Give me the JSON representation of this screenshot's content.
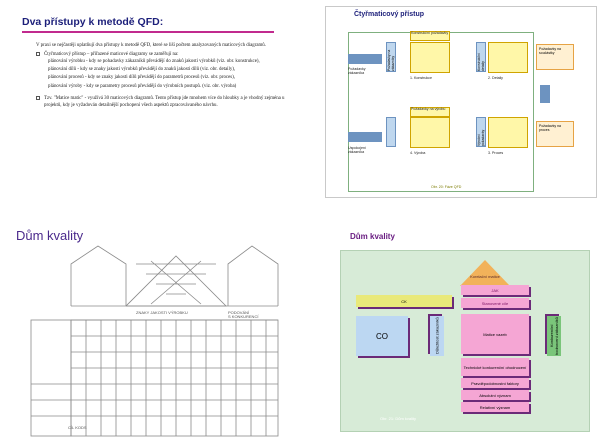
{
  "slide1": {
    "title": "Dva přístupy k metodě QFD:",
    "intro": "V praxi se nejčastěji uplatňují dva přístupy k metodě QFD, které se liší počtem analyzovaných maticových diagramů.",
    "b1": "Čtyřmaticový přístup – přiřazené maticové diagramy se zaměřují na:",
    "s1": "plánování výrobku - kdy se pohadavky zákazníků převádějí do znaků jakosti výrobků (viz. obr. konstrukce),",
    "s2": "plánování dílů - kdy se znaky jakosti výrobků převádějí do znaků jakosti dílů (viz. obr. detaily),",
    "s3": "plánování procesů - kdy se znaky jakosti dílů převádějí do parametrů procesů (viz. obr. proces),",
    "s4": "plánování výroby - kdy se parametry procesů převádějí do výrobních postupů. (viz. obr. výroba)",
    "b2": "Tzv. \"Matice matic\" - využívá 30 maticových diagramů. Tento přístup jde mnohem více do hloubky a je vhodný zejména u projektů, kdy je vyžadován detailnější pochopení všech aspektů zpracovávaného návrhu."
  },
  "slide2": {
    "title": "Čtyřmaticový přístup",
    "l1": "Konstrukční požadavky",
    "l2": "1. Konstrukce",
    "l3": "Požadavky na zákazníky",
    "l4": "Požadavky na součástky",
    "l5": "Konstrukční detaily",
    "l6": "2. Detaily",
    "l7": "Výrobní požadavky",
    "l8": "Požadavky na proces",
    "l9": "3. Proces",
    "l10": "Požadavky na výrobu",
    "l11": "4. Výroba",
    "l12": "Uspokojení zákazníka",
    "src": "Obr. 20: Fáze QFD"
  },
  "slide3": {
    "title": "Dům kvality"
  },
  "slide4": {
    "title": "Dům kvality",
    "roof": "Korelační matice",
    "co": "CO",
    "jak": "JAK",
    "ck": "CK",
    "vazby": "Matice vazeb",
    "tech": "Technické konkurenční ohodnocení",
    "pravd": "Pravděpodobnostní faktory",
    "abs": "Absolutní význam",
    "rel": "Relativní význam",
    "left": "Důležitost zákazníků",
    "right": "Konkurenční hodnocení zákazníků",
    "src": "Obr. 21: Dům kvality"
  }
}
